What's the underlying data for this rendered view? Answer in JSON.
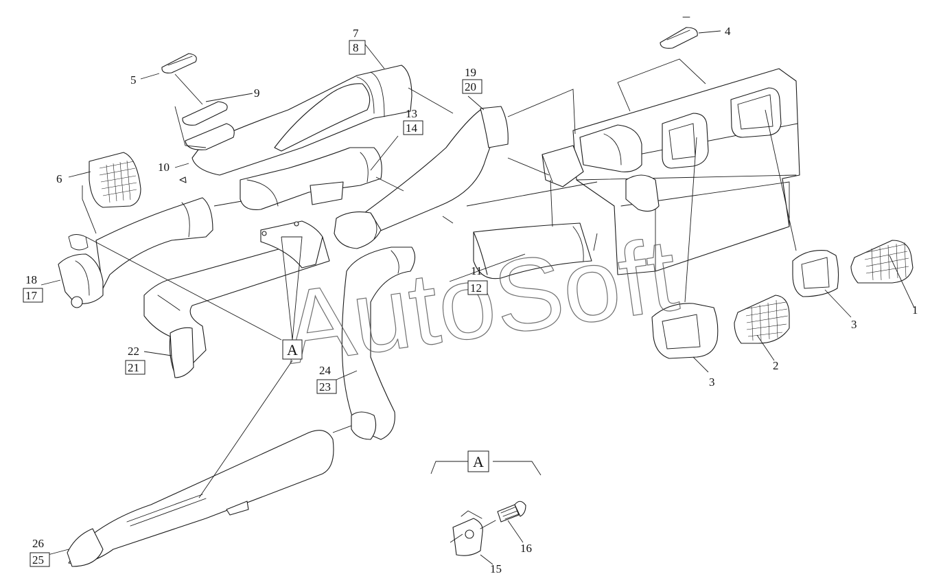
{
  "callouts": {
    "c1": "1",
    "c2": "2",
    "c3a": "3",
    "c3b": "3",
    "c4": "4",
    "c5": "5",
    "c6": "6",
    "c7": "7",
    "c8": "8",
    "c9": "9",
    "c10": "10",
    "c11": "11",
    "c12": "12",
    "c13": "13",
    "c14": "14",
    "c15": "15",
    "c16": "16",
    "c17": "17",
    "c18": "18",
    "c19": "19",
    "c20": "20",
    "c21": "21",
    "c22": "22",
    "c23": "23",
    "c24": "24",
    "c25": "25",
    "c26": "26"
  },
  "view_marker": {
    "main": "A",
    "detail_view": "A"
  },
  "watermark": {
    "text": "AutoSoft"
  },
  "colors": {
    "line": "#1a1a1a",
    "background": "#ffffff",
    "watermark": "#555555"
  }
}
